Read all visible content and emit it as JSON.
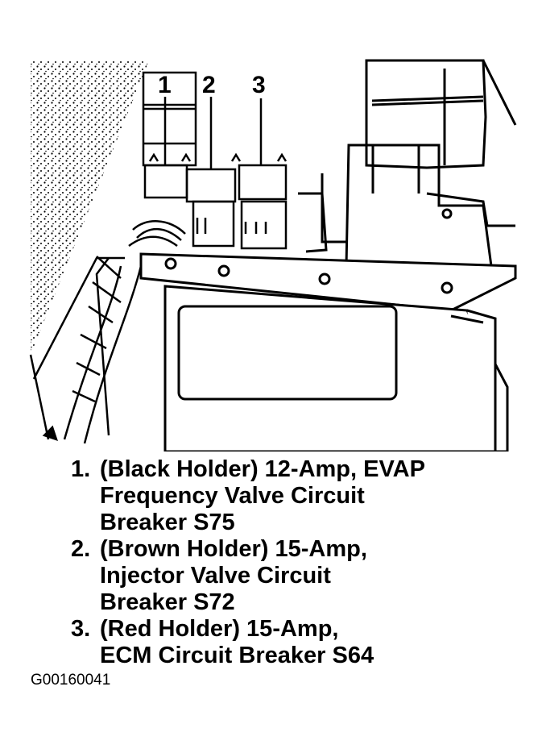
{
  "diagram": {
    "callouts": [
      "1",
      "2",
      "3"
    ],
    "legend": [
      {
        "number": "1.",
        "lines": [
          "(Black Holder) 12-Amp, EVAP",
          "Frequency Valve Circuit",
          "Breaker S75"
        ]
      },
      {
        "number": "2.",
        "lines": [
          "(Brown Holder) 15-Amp,",
          "Injector Valve Circuit",
          "Breaker S72"
        ]
      },
      {
        "number": "3.",
        "lines": [
          "(Red Holder) 15-Amp,",
          "ECM Circuit Breaker S64"
        ]
      }
    ],
    "figure_code": "G00160041"
  },
  "colors": {
    "ink": "#000000",
    "paper": "#ffffff"
  }
}
